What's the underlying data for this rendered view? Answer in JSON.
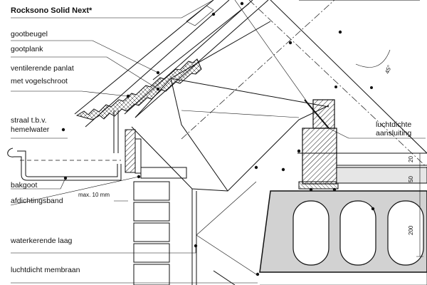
{
  "title": "Rocksono Solid Next*",
  "labels": {
    "gootbeugel": "gootbeugel",
    "gootplank": "gootplank",
    "ventilerende_panlat": "ventilerende panlat",
    "vogelschroot": "met vogelschroot",
    "straal_1": "straal t.b.v.",
    "straal_2": "hemelwater",
    "luchtdichte_1": "luchtdichte",
    "luchtdichte_2": "aansluiting",
    "bakgoot": "bakgoot",
    "afdichtingsband": "afdichtingsband",
    "max": "max. 10 mm",
    "waterkerende_laag": "waterkerende laag",
    "luchtdicht_membraan": "luchtdicht membraan"
  },
  "dimensions": {
    "d20": "20",
    "d50": "50",
    "d200": "200",
    "angle": "45°"
  },
  "colors": {
    "line": "#111111",
    "hatch": "#111111",
    "concrete": "#d2d2d2",
    "background": "#ffffff"
  }
}
